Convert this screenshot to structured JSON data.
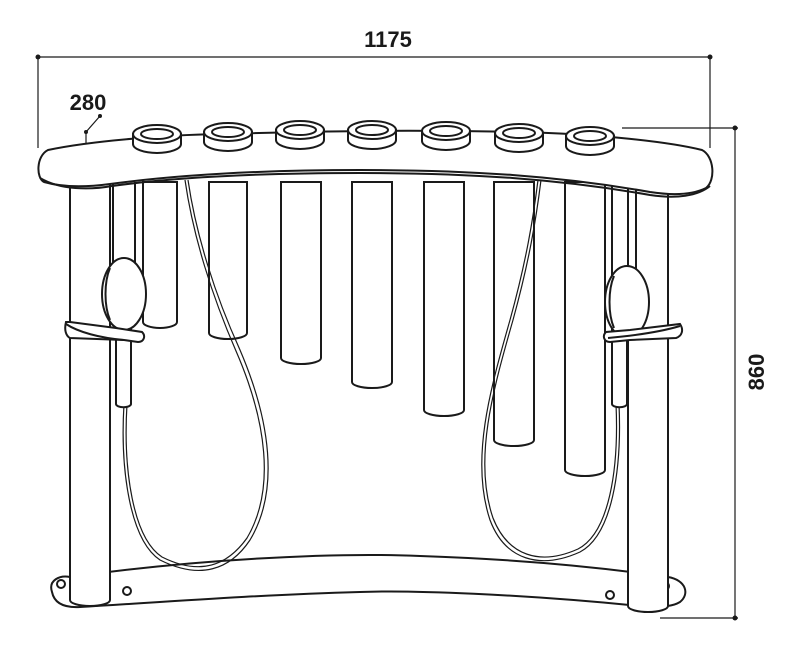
{
  "dimensions": {
    "width": "1175",
    "depth": "280",
    "height": "860"
  }
}
